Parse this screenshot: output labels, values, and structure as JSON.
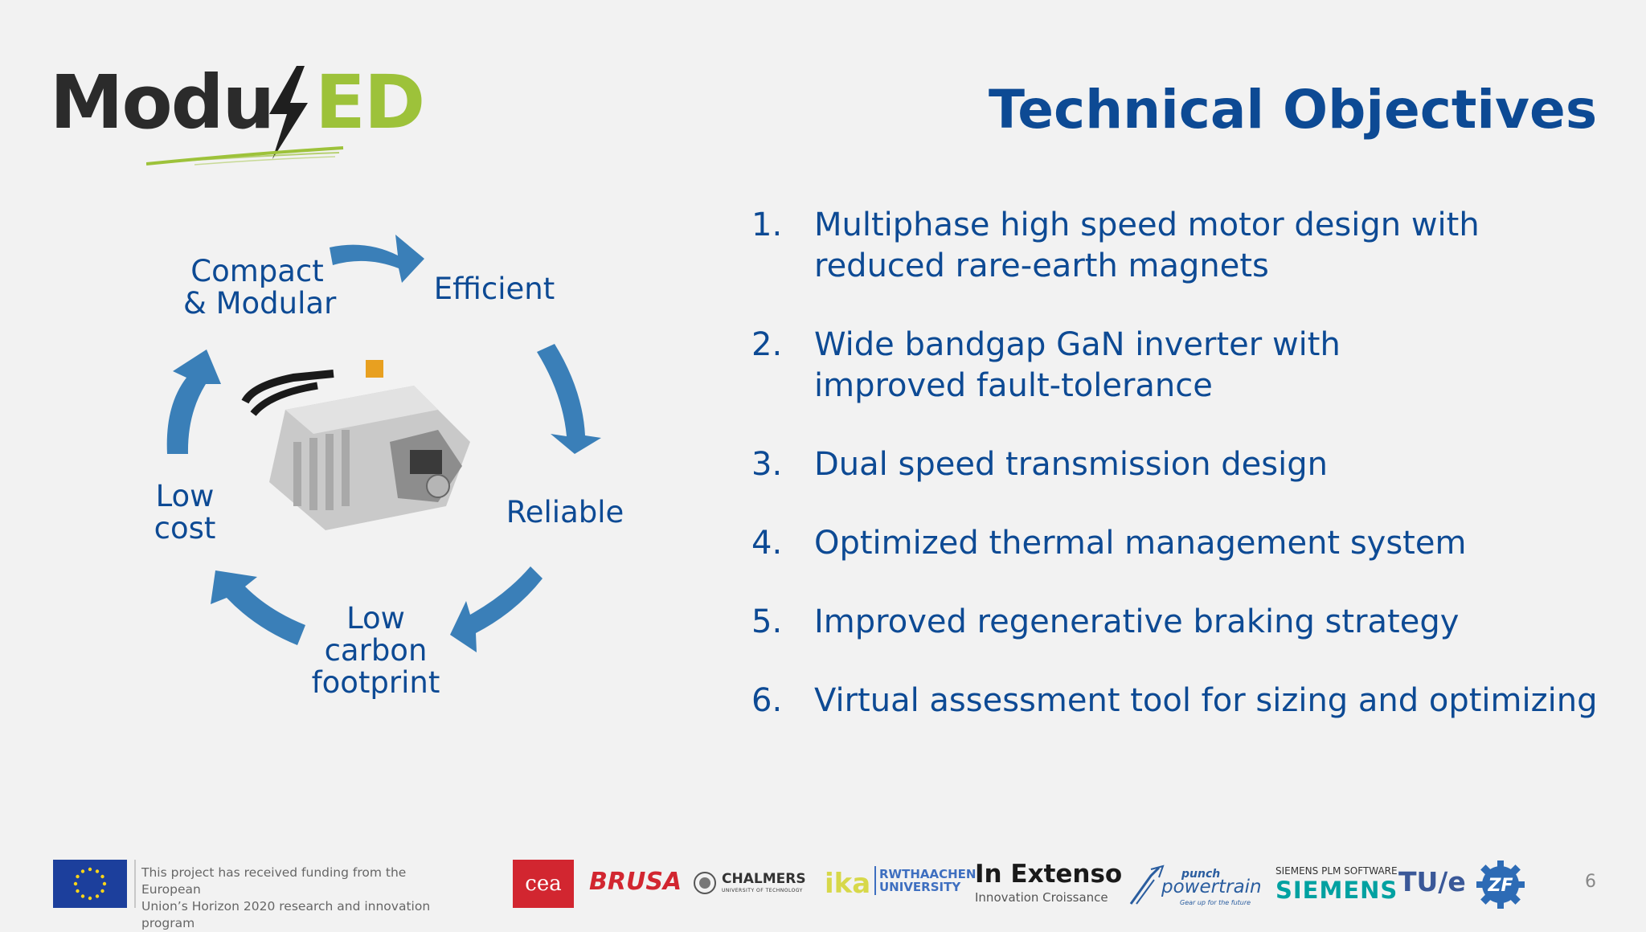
{
  "logo": {
    "part_dark": "Modu",
    "part_green": "ED"
  },
  "title": "Technical Objectives",
  "cycle": {
    "compact": [
      "Compact",
      "& Modular"
    ],
    "efficient": [
      "Efficient"
    ],
    "reliable": [
      "Reliable"
    ],
    "low_carbon": [
      "Low",
      "carbon",
      "footprint"
    ],
    "low_cost": [
      "Low",
      "cost"
    ]
  },
  "objectives": [
    {
      "num": "1.",
      "lines": [
        "Multiphase high speed motor design with",
        "reduced rare-earth magnets"
      ]
    },
    {
      "num": "2.",
      "lines": [
        "Wide bandgap GaN inverter with",
        "improved fault-tolerance"
      ]
    },
    {
      "num": "3.",
      "lines": [
        "Dual speed transmission design"
      ]
    },
    {
      "num": "4.",
      "lines": [
        "Optimized thermal management system"
      ]
    },
    {
      "num": "5.",
      "lines": [
        "Improved regenerative braking strategy"
      ]
    },
    {
      "num": "6.",
      "lines": [
        "Virtual assessment tool for sizing and optimizing"
      ]
    }
  ],
  "footer": {
    "eu_text": [
      "This project has received funding from the European",
      "Union’s Horizon 2020 research and innovation program"
    ],
    "partners": {
      "cea": "cea",
      "brusa": "BRUSA",
      "chalmers": "CHALMERS",
      "chalmers_sub": "UNIVERSITY OF TECHNOLOGY",
      "ika": "ika",
      "rwth": [
        "RWTHAACHEN",
        "UNIVERSITY"
      ],
      "inextenso": "In Extenso",
      "inextenso_sub": "Innovation Croissance",
      "punch": "punch",
      "powertrain": "powertrain",
      "punch_sub": "Gear up for the future",
      "siemens_plm": "SIEMENS PLM SOFTWARE",
      "siemens": "SIEMENS",
      "tue": "TU/e",
      "zf": "ZF"
    }
  },
  "page_number": "6",
  "colors": {
    "text_blue": "#0d4a94",
    "arrow_blue": "#3a7fb8",
    "logo_green": "#9dc23a",
    "logo_dark": "#2b2b2b"
  }
}
